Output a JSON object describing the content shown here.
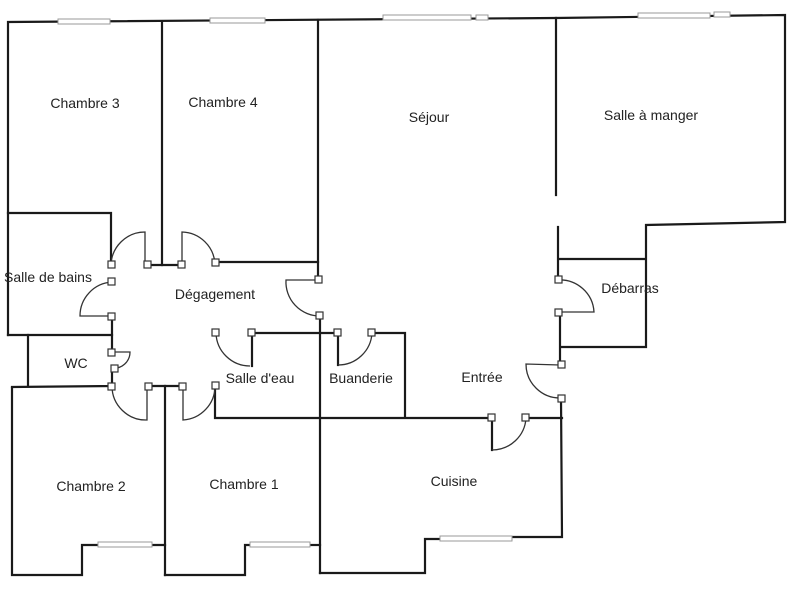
{
  "plan": {
    "rooms": {
      "chambre3": "Chambre 3",
      "chambre4": "Chambre 4",
      "sejour": "Séjour",
      "salle_a_manger": "Salle à manger",
      "salle_de_bains": "Salle de bains",
      "degagement": "Dégagement",
      "debarras": "Débarras",
      "wc": "WC",
      "salle_d_eau": "Salle d'eau",
      "buanderie": "Buanderie",
      "entree": "Entrée",
      "chambre2": "Chambre 2",
      "chambre1": "Chambre 1",
      "cuisine": "Cuisine"
    }
  }
}
